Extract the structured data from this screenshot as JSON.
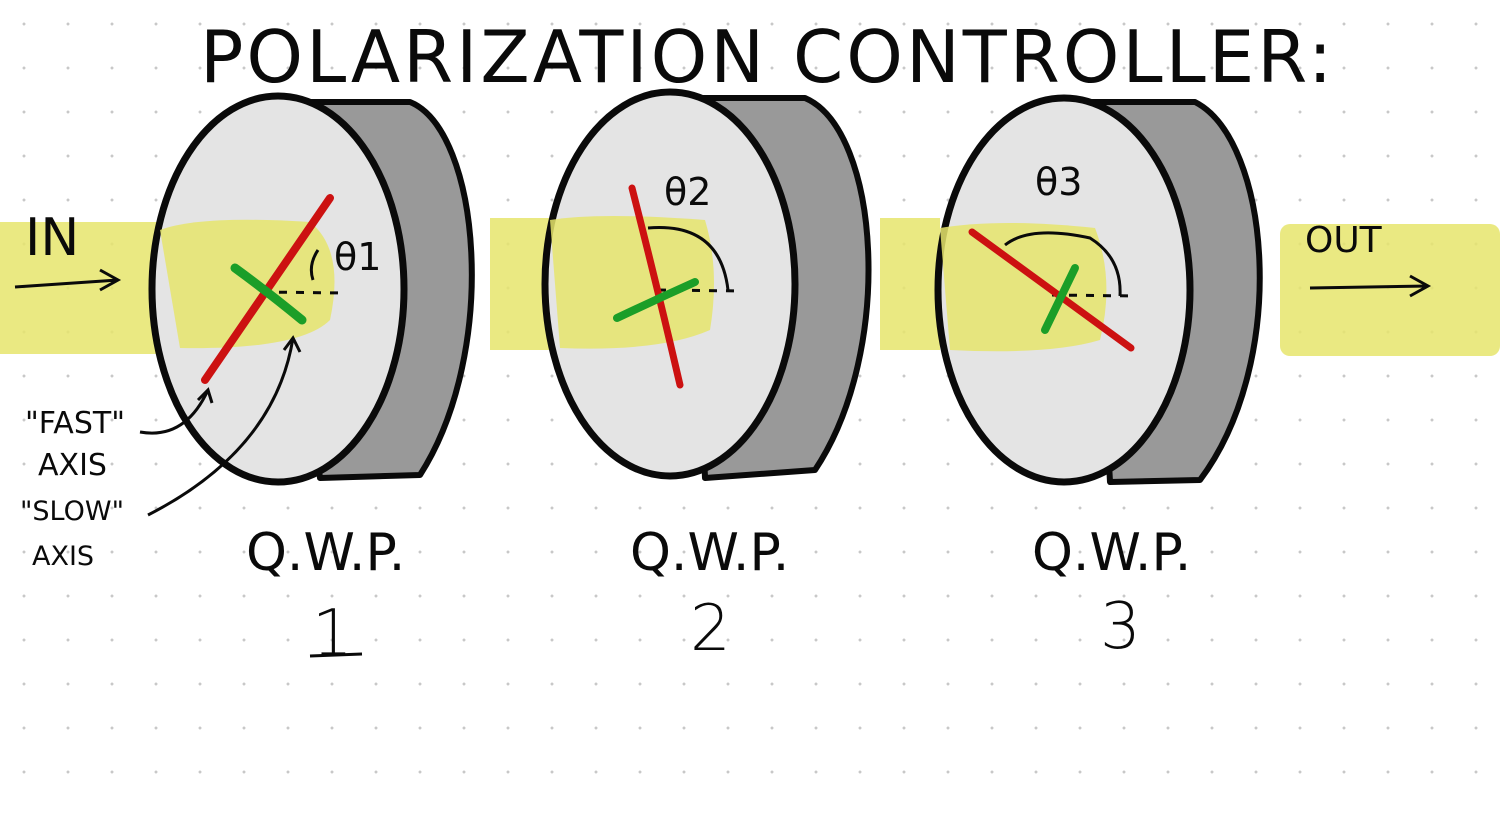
{
  "title": "POLARIZATION CONTROLLER:",
  "input_label": "IN",
  "output_label": "OUT",
  "fast_axis": {
    "quote": "\"FAST\"",
    "word": "AXIS"
  },
  "slow_axis": {
    "quote": "\"SLOW\"",
    "word": "AXIS"
  },
  "plates": [
    {
      "label": "Q.W.P.",
      "number": "1",
      "angle": "θ1"
    },
    {
      "label": "Q.W.P.",
      "number": "2",
      "angle": "θ2"
    },
    {
      "label": "Q.W.P.",
      "number": "3",
      "angle": "θ3"
    }
  ],
  "colors": {
    "beam": "#e6e56c",
    "plate_face": "#e4e4e4",
    "plate_side": "#999999",
    "fast_axis": "#cc1111",
    "slow_axis": "#1b9e28",
    "ink": "#0a0a0a"
  }
}
